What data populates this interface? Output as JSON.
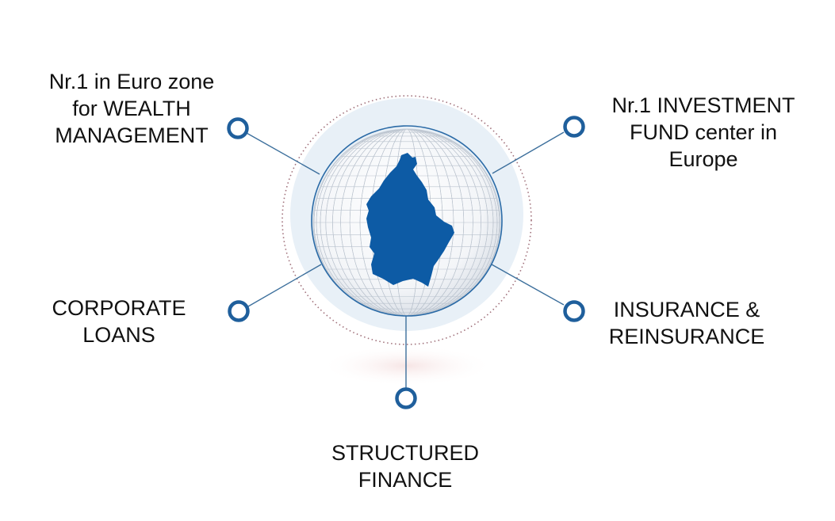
{
  "colors": {
    "accent": "#1f5f9c",
    "country": "#0d5ba5",
    "halo": "#e8f0f7",
    "dotted_ring": "#a0707a",
    "line": "#3c6f9c"
  },
  "labels": {
    "wealth": [
      "Nr.1 in Euro zone",
      "for WEALTH",
      "MANAGEMENT"
    ],
    "fund": [
      "Nr.1 INVESTMENT",
      "FUND center in",
      "Europe"
    ],
    "corporate": [
      "CORPORATE",
      "LOANS"
    ],
    "insurance": [
      "INSURANCE &",
      "REINSURANCE"
    ],
    "structured": [
      "STRUCTURED",
      "FINANCE"
    ]
  },
  "center_graphic": {
    "object": "globe",
    "overlay": "luxembourg-map"
  }
}
